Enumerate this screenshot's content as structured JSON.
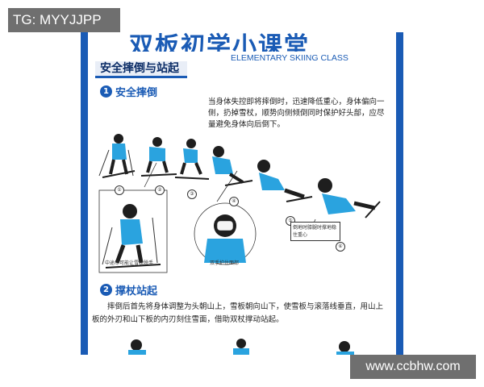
{
  "watermarks": {
    "top_left": "TG: MYYJJPP",
    "bottom_right": "www.ccbhw.com"
  },
  "poster": {
    "title_cn": "双板初学小课堂",
    "title_en": "ELEMENTARY SKIING CLASS",
    "section_title": "安全摔倒与站起",
    "part1": {
      "number": "1",
      "title": "安全摔倒",
      "text": "当身体失控即将摔倒时，迅速降低重心，身体偏向一侧，扔掉雪杖，顺势向侧倾倒同时保护好头部，应尽量避免身体向后倒下。",
      "steps": [
        "①",
        "②",
        "③",
        "④",
        "⑤",
        "⑥"
      ],
      "caption_left": "中途尽可能让雪杖脱手",
      "caption_circle": "双手护住面部",
      "callout": "倒地时膝腿时撑地稳住重心"
    },
    "part2": {
      "number": "2",
      "title": "撑杖站起",
      "text": "摔倒后首先将身体调整为头朝山上，雪板朝向山下，使雪板与滚落线垂直，用山上板的外刃和山下板的内刃刻住雪面，借助双杖撑动站起。"
    }
  },
  "colors": {
    "brand_blue": "#1a5bb5",
    "skier_blue": "#2aa3df",
    "watermark_bg": "#6f6f6f"
  }
}
